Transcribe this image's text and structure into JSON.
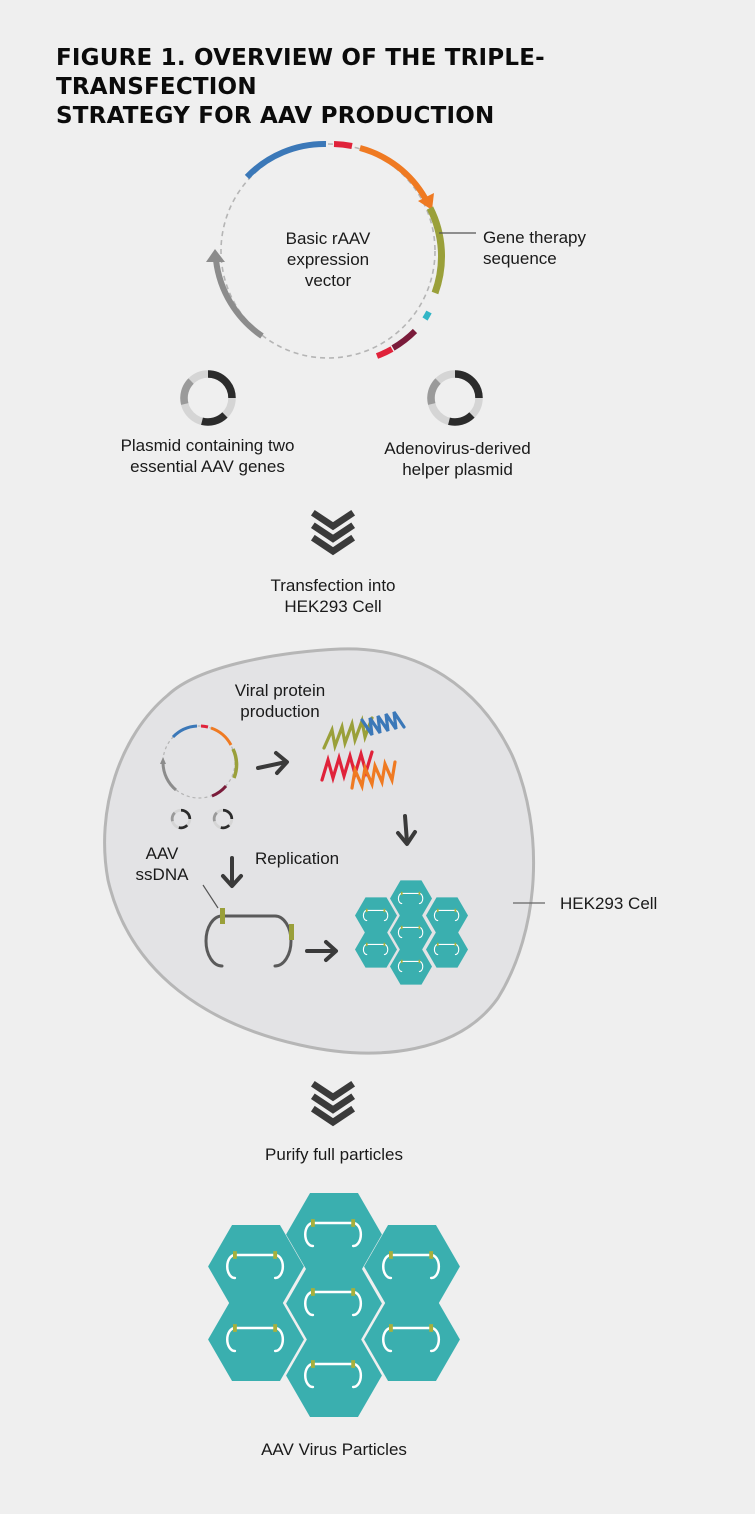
{
  "title": {
    "line1": "FIGURE 1. OVERVIEW OF THE TRIPLE-TRANSFECTION",
    "line2": "STRATEGY FOR AAV PRODUCTION"
  },
  "vector": {
    "center_line1": "Basic rAAV",
    "center_line2": "expression",
    "center_line3": "vector",
    "callout_line1": "Gene therapy",
    "callout_line2": "sequence"
  },
  "plasmids": {
    "rep_cap_line1": "Plasmid containing two",
    "rep_cap_line2": "essential AAV genes",
    "helper_line1": "Adenovirus-derived",
    "helper_line2": "helper plasmid"
  },
  "step1": {
    "line1": "Transfection into",
    "line2": "HEK293 Cell"
  },
  "cell": {
    "protein_line1": "Viral protein",
    "protein_line2": "production",
    "aav_line1": "AAV",
    "aav_line2": "ssDNA",
    "replication": "Replication",
    "cell_label": "HEK293 Cell"
  },
  "step2": {
    "label": "Purify full particles"
  },
  "final": {
    "label": "AAV Virus Particles"
  },
  "colors": {
    "background": "#efefef",
    "cell_fill": "#e3e3e5",
    "capsid_teal": "#3aafaf",
    "dna_olive": "#9aa03a",
    "segment_blue": "#3b78b8",
    "segment_red": "#e0223a",
    "segment_orange": "#ef7a22",
    "segment_maroon": "#7a1b3a",
    "segment_gray": "#8c8c8c",
    "chevron_dark": "#3a3a3a"
  }
}
